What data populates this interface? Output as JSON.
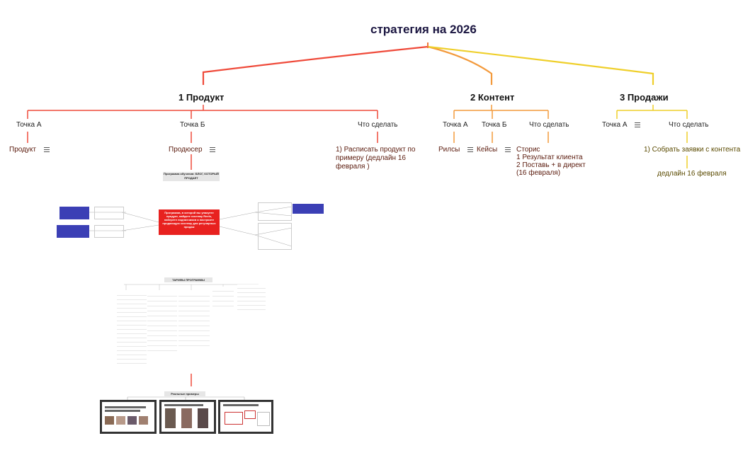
{
  "title": "стратегия на 2026",
  "branches": [
    {
      "label": "1 Продукт",
      "children": [
        {
          "label": "Точка А",
          "leaf": "Продукт"
        },
        {
          "label": "Точка Б",
          "leaf": "Продюсер"
        },
        {
          "label": "Что сделать",
          "leaf": "1) Расписать продукт по\nпримеру (дедлайн 16\nфевраля )"
        }
      ]
    },
    {
      "label": "2 Контент",
      "children": [
        {
          "label": "Точка А",
          "leaf": "Рилсы"
        },
        {
          "label": "Точка Б",
          "leaf": "Кейсы"
        },
        {
          "label": "Что сделать",
          "leaf": "Сторис\n1 Результат клиента\n2 Поставь + в директ\n(16 февраля)"
        }
      ]
    },
    {
      "label": "3 Продажи",
      "children": [
        {
          "label": "Точка А",
          "leaf": ""
        },
        {
          "label": "Что сделать",
          "leaf": "1) Собрать заявки с контента",
          "leaf2": "дедлайн 16 февраля"
        }
      ]
    }
  ],
  "embedded": {
    "program_title": "Программа обучения: БЛОГ, КОТОРЫЙ ПРОДАЕТ",
    "center_note": "Программа, в которой вы упакуете продукт, найдете систему Reels, наберете подписчиков и настроите продающую систему для регулярных продаж",
    "tariffs_title": "ТАРИФЫ ПРОГРАММЫ",
    "examples_title": "Реальные примеры"
  },
  "colors": {
    "red": "#ef4a3a",
    "orange": "#f39a3c",
    "yellow": "#efcf2a",
    "title": "#1a1540",
    "note_red": "#e8211f",
    "note_blue": "#3b3fb5"
  }
}
